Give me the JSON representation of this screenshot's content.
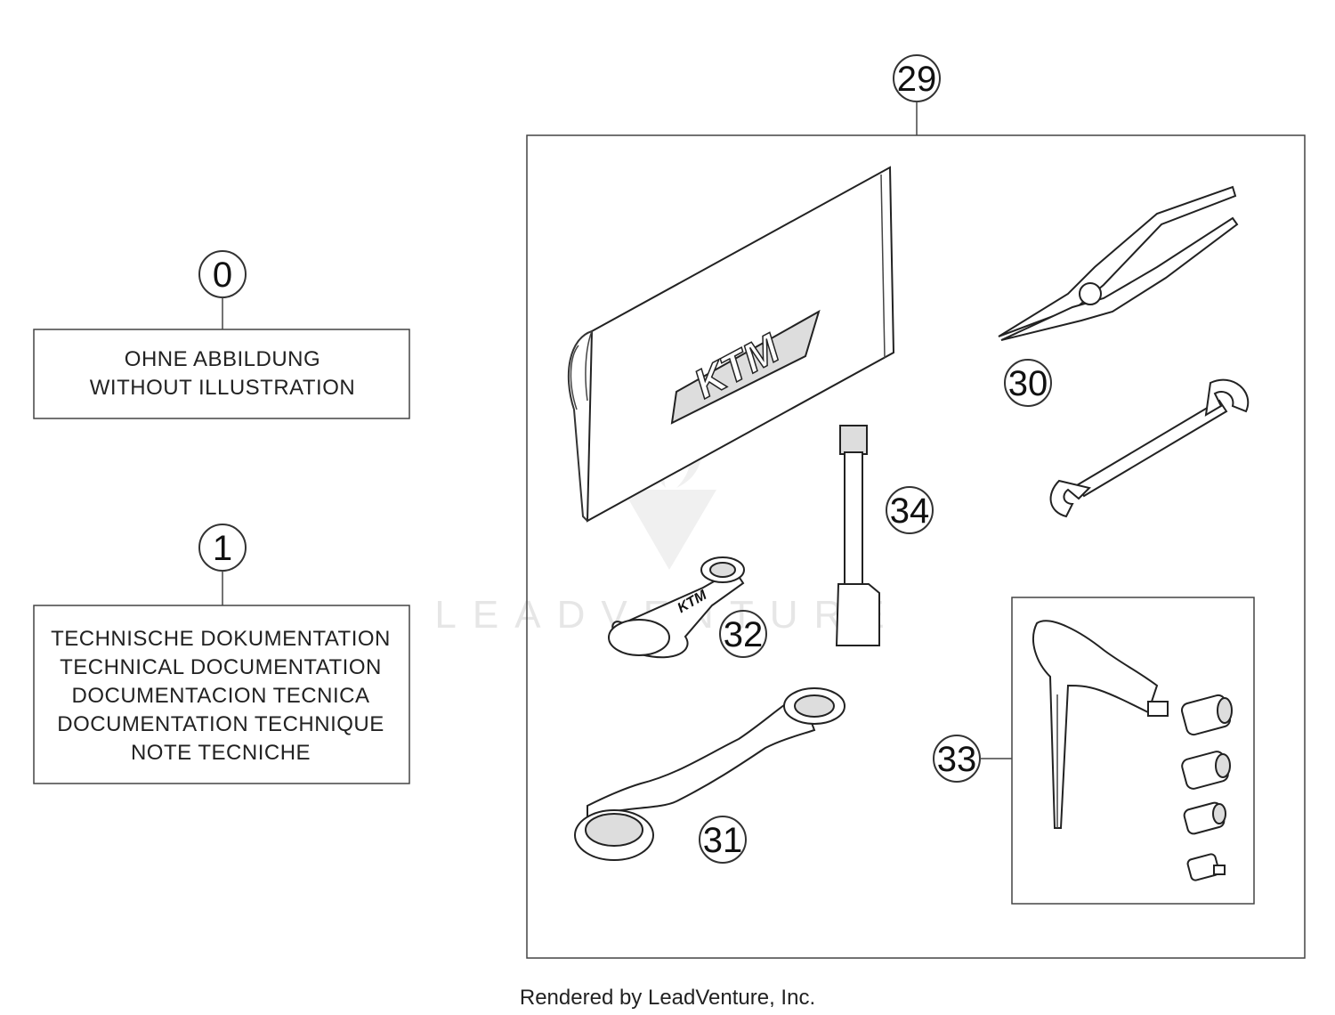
{
  "callouts": {
    "c0": "0",
    "c1": "1",
    "c29": "29",
    "c30": "30",
    "c31": "31",
    "c32": "32",
    "c33": "33",
    "c34": "34"
  },
  "box0": {
    "lines": [
      "OHNE ABBILDUNG",
      "WITHOUT ILLUSTRATION"
    ]
  },
  "box1": {
    "lines": [
      "TECHNISCHE DOKUMENTATION",
      "TECHNICAL DOCUMENTATION",
      "DOCUMENTACION TECNICA",
      "DOCUMENTATION TECHNIQUE",
      "NOTE TECNICHE"
    ]
  },
  "pouch": {
    "logo": "KTM"
  },
  "wrench32": {
    "logo": "KTM"
  },
  "watermark": "LEADVENTURE",
  "credit": "Rendered by LeadVenture, Inc.",
  "icons": {
    "pouch": "tool-pouch-icon",
    "pliers": "pliers-icon",
    "open_wrench": "open-end-wrench-icon",
    "extension": "socket-extension-icon",
    "ring_wrench_small": "ring-wrench-icon",
    "ring_wrench_large": "ring-wrench-icon",
    "t_handle": "t-handle-driver-icon",
    "sockets": "socket-icon"
  }
}
